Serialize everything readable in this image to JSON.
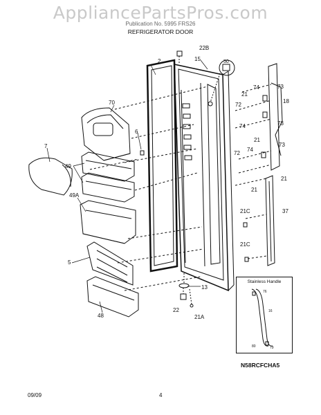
{
  "watermark": "AppliancePartsPros.com",
  "header": {
    "top_line": "Publication No. 5995  FRS26",
    "section_title": "REFRIGERATOR DOOR"
  },
  "footer": {
    "date": "09/09",
    "page": "4"
  },
  "diagram_code": "N58RCFCHA5",
  "inset": {
    "title": "Stainless Handle",
    "labels": [
      "76",
      "16",
      "80",
      "79"
    ]
  },
  "callouts": {
    "c22B": "22B",
    "c15": "15",
    "c2": "2",
    "c50": "50",
    "c21a": "21",
    "c74a": "74",
    "c73a": "73",
    "c18": "18",
    "c72a": "72",
    "c74b": "74",
    "c21b": "21",
    "c73b": "73",
    "c70": "70",
    "c6": "6",
    "c7": "7",
    "c49": "49",
    "c74c": "74",
    "c73c": "73",
    "c72b": "72",
    "c21c": "21",
    "c21d": "21",
    "c49A": "49A",
    "c21Ca": "21C",
    "c37": "37",
    "c5": "5",
    "c21Cb": "21C",
    "c13": "13",
    "c48": "48",
    "c22": "22",
    "c21A": "21A"
  }
}
